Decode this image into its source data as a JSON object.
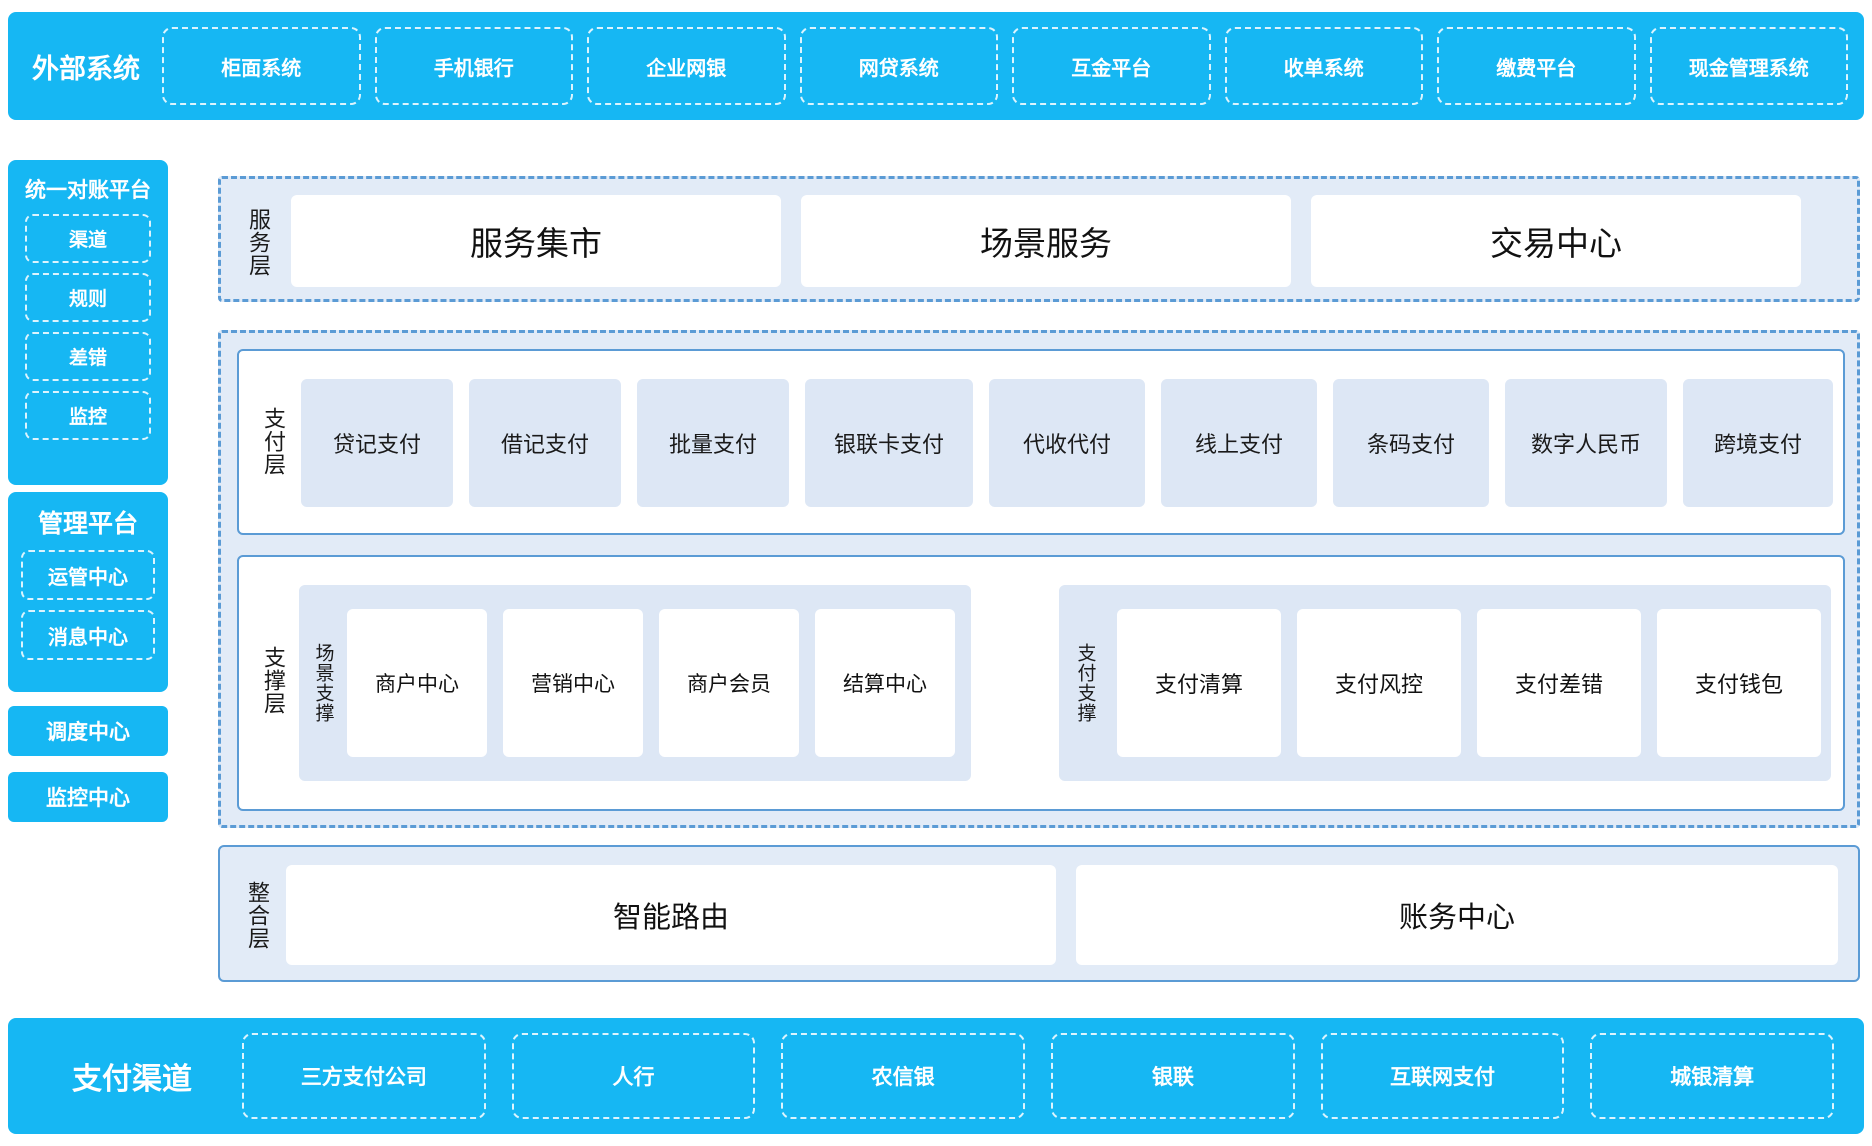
{
  "external_systems": {
    "title": "外部系统",
    "items": [
      "柜面系统",
      "手机银行",
      "企业网银",
      "网贷系统",
      "互金平台",
      "收单系统",
      "缴费平台",
      "现金管理系统"
    ]
  },
  "left_panels": {
    "reconciliation": {
      "title": "统一对账平台",
      "items": [
        "渠道",
        "规则",
        "差错",
        "监控"
      ]
    },
    "management": {
      "title": "管理平台",
      "items": [
        "运管中心",
        "消息中心"
      ]
    },
    "standalone": [
      "调度中心",
      "监控中心"
    ]
  },
  "service_layer": {
    "label": "服务层",
    "items": [
      "服务集市",
      "场景服务",
      "交易中心"
    ]
  },
  "payment_layer": {
    "label": "支付层",
    "items": [
      "贷记支付",
      "借记支付",
      "批量支付",
      "银联卡支付",
      "代收代付",
      "线上支付",
      "条码支付",
      "数字人民币",
      "跨境支付"
    ]
  },
  "support_layer": {
    "label": "支撑层",
    "scene_support": {
      "label": "场景支撑",
      "items": [
        "商户中心",
        "营销中心",
        "商户会员",
        "结算中心"
      ]
    },
    "payment_support": {
      "label": "支付支撑",
      "items": [
        "支付清算",
        "支付风控",
        "支付差错",
        "支付钱包"
      ]
    }
  },
  "integration_layer": {
    "label": "整合层",
    "items": [
      "智能路由",
      "账务中心"
    ]
  },
  "payment_channels": {
    "title": "支付渠道",
    "items": [
      "三方支付公司",
      "人行",
      "农信银",
      "银联",
      "互联网支付",
      "城银清算"
    ]
  },
  "colors": {
    "accent_cyan": "#16b7f3",
    "dash_blue": "#5b9bd5",
    "pale_blue": "#e2ebf7",
    "card_blue": "#dde7f5"
  }
}
